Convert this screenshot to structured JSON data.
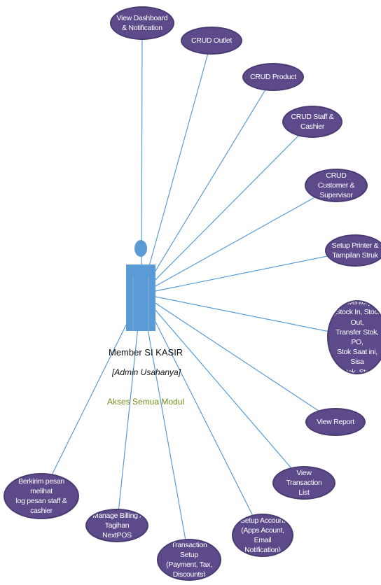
{
  "actor": {
    "name": "Member SI  KASIR",
    "role": "[Admin Usahanya]",
    "access": "Akses Semua Modul"
  },
  "use_cases": [
    {
      "id": "dashboard",
      "label": "View Dashboard\n& Notification"
    },
    {
      "id": "outlet",
      "label": "CRUD Outlet"
    },
    {
      "id": "product",
      "label": "CRUD Product"
    },
    {
      "id": "staff",
      "label": "CRUD Staff &\nCashier"
    },
    {
      "id": "customer",
      "label": "CRUD Customer &\nSupervisor"
    },
    {
      "id": "printer",
      "label": "Setup Printer &\nTampilan Struk"
    },
    {
      "id": "inventory",
      "label": "Kelola Inventory\n(Stock In, Stock Out,\nTransfer Stok, PO,\nStok Saat ini, Sisa\nStok, Stok Opname)"
    },
    {
      "id": "report",
      "label": "View Report"
    },
    {
      "id": "transaction-list",
      "label": "View Transaction\nList"
    },
    {
      "id": "account",
      "label": "Setup Account\n(Apps Acount, Email\nNotification)"
    },
    {
      "id": "transaction-setup",
      "label": "Transaction Setup\n(Payment, Tax,\nDiscounts)"
    },
    {
      "id": "billing",
      "label": "Manage Billing /\nTagihan NextPOS"
    },
    {
      "id": "message",
      "label": "Berkirim pesan melihat\nlog pesan staff &\ncashier"
    }
  ],
  "colors": {
    "node_fill": "#5c4a8a",
    "node_border": "#4a3b73",
    "actor_fill": "#5b9bd5",
    "line": "#5b9bd5",
    "access_text": "#6f8f1f"
  }
}
